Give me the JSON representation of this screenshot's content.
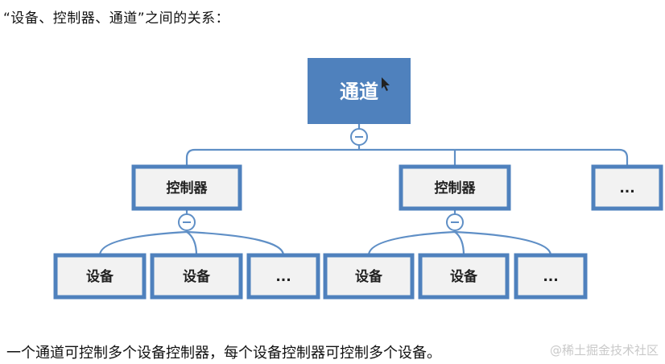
{
  "heading": "“设备、控制器、通道”之间的关系：",
  "diagram": {
    "root": {
      "label": "通道"
    },
    "controllers": [
      {
        "label": "控制器",
        "devices": [
          "设备",
          "设备",
          "..."
        ]
      },
      {
        "label": "控制器",
        "devices": [
          "设备",
          "设备",
          "..."
        ]
      },
      {
        "label": "..."
      }
    ],
    "colors": {
      "root_fill": "#4f81bd",
      "node_border": "#4f81bd",
      "node_fill": "#f2f2f2",
      "connector": "#5f8fc6"
    },
    "icons": {
      "collapse": "collapse-minus-icon",
      "cursor": "mouse-cursor-icon"
    }
  },
  "footer": "一个通道可控制多个设备控制器，每个设备控制器可控制多个设备。",
  "watermark": "@稀土掘金技术社区"
}
